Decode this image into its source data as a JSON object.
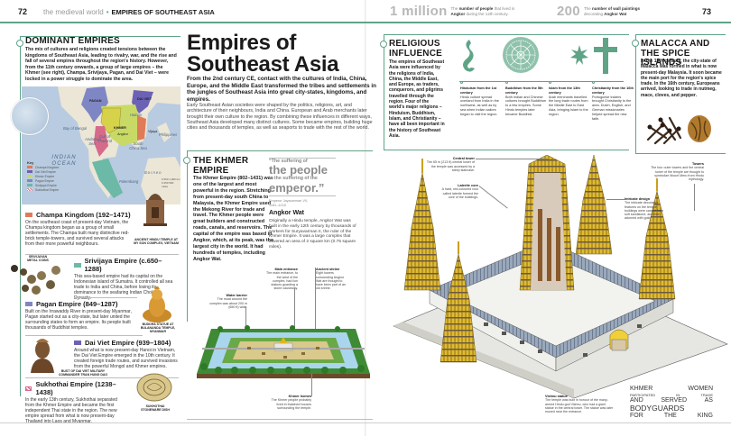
{
  "header": {
    "left_page_number": "72",
    "section": "the medieval world",
    "topic": "EMPIRES OF SOUTHEAST ASIA",
    "stat1": {
      "value": "1 million",
      "text_pre": "The ",
      "text_bold": "number of people",
      "text_mid": " that lived in ",
      "text_bold2": "Angkor",
      "text_post": " during the 12th century."
    },
    "stat2": {
      "value": "200",
      "text_pre": "The ",
      "text_bold": "number of wall paintings",
      "text_mid": " decorating ",
      "text_bold2": "Angkor Wat",
      "text_post": ""
    },
    "right_page_number": "73"
  },
  "dominant_empires": {
    "title": "DOMINANT EMPIRES",
    "body": "The mix of cultures and religions created tensions between the kingdoms of Southeast Asia, leading to rivalry, war, and the rise and fall of several empires throughout the region's history. However, from the 11th century onwards, a group of large empires – the Khmer (see right), Champa, Srivijaya, Pagan, and Dai Viet – were locked in a power struggle to dominate the area.",
    "map": {
      "labels": {
        "bay_of_bengal": "Bay of Bengal",
        "andaman_sea": "Andaman Sea",
        "indian_ocean": "INDIAN OCEAN",
        "south_china_sea": "South China Sea",
        "gulf_of_thailand": "Gulf of Thailand",
        "borneo": "Borneo",
        "philippines": "Philippines",
        "hainan": "Hainan",
        "palembang": "Palembang",
        "pagan_city": "Pagan",
        "angkor_city": "Angkor",
        "vijaya": "Vijaya"
      },
      "empires": {
        "pagan": "PAGAN",
        "dai_viet": "DAI VIET",
        "khmer": "KHMER",
        "sukhothai": "SUKHOTHAI",
        "champa": "CHAMPA",
        "srivijaya": "SRIVIJAYA"
      },
      "scale": {
        "km": "0   500   1,000 km",
        "miles": "0   250   500 miles"
      },
      "legend": {
        "title": "Key",
        "items": [
          {
            "label": "Champa Kingdom",
            "color": "#e07b5a"
          },
          {
            "label": "Dai Viet Empire",
            "color": "#6b62b5"
          },
          {
            "label": "Khmer Empire",
            "color": "#c9d965"
          },
          {
            "label": "Pagan Empire",
            "color": "#7f86c4"
          },
          {
            "label": "Srivijaya Empire",
            "color": "#6bb9a6"
          },
          {
            "label": "Sukhothai Empire",
            "color": "#d66a8a"
          }
        ]
      }
    },
    "empires": [
      {
        "name": "Champa Kingdom (192–1471)",
        "color": "#e07b5a",
        "body": "On the southeast coast of present-day Vietnam, the Champa kingdom began as a group of small settlements. The Champa built many distinctive red-brick temple-towers, and survived several attacks from their more powerful neighbours.",
        "caption": "ANCIENT HINDU TEMPLE AT MY SON COMPLEX, VIETNAM"
      },
      {
        "name": "Srivijaya Empire (c.650–1288)",
        "color": "#6bb9a6",
        "body": "This sea-based empire had its capital on the Indonesian island of Sumatra. It controlled all sea trade to India and China, before losing its dominance to the seafaring Indian Chola Dynasty.",
        "caption": "SRIVIJAYAN METAL COINS"
      },
      {
        "name": "Pagan Empire (849–1287)",
        "color": "#7f86c4",
        "body": "Built on the Irrawaddy River in present-day Myanmar, Pagan started out as a city-state, but later united the surrounding states to form an empire. Its people built thousands of Buddhist temples.",
        "caption": "BUDDHA STATUE AT BULANANDA TEMPLE, MYANMAR"
      },
      {
        "name": "Dai Viet Empire (939–1804)",
        "color": "#6b62b5",
        "body": "Around what is now present-day Hanoi in Vietnam, the Dai Viet Empire emerged in the 10th century. It created foreign trade routes, and survived invasions from the powerful Mongol and Khmer empires.",
        "caption": "BUST OF DAI VIET MILITARY COMMANDER TRAN HUNG DAO"
      },
      {
        "name": "Sukhothai Empire (1238–1438)",
        "color": "#d66a8a",
        "body": "In the early 13th century, Sukhothai separated from the Khmer Empire and became the first independent Thai state in the region. The new empire spread from what is now present-day Thailand into Laos and Myanmar.",
        "caption": "SUKHOTHAI STONEWARE DISH"
      }
    ]
  },
  "main": {
    "title_line1": "Empires of",
    "title_line2": "Southeast Asia",
    "lead": "From the 2nd century CE, contact with the cultures of India, China, Europe, and the Middle East transformed the tribes and settlements in the jungles of Southeast Asia into great city-states, kingdoms, and empires.",
    "intro": "Early Southeast Asian societies were shaped by the politics, religions, art, and architecture of their neighbours, India and China. European and Arab merchants later brought their own culture to the region. By combining these influences in different ways, Southeast Asia developed many distinct cultures. Some became empires, building huge cities and thousands of temples, as well as seaports to trade with the rest of the world."
  },
  "khmer": {
    "title": "THE KHMER EMPIRE",
    "body": "The Khmer Empire (802–1431) was one of the largest and most powerful in the region. Stretching from present-day south China to Malaysia, the Khmer Empire used the Mekong River for trade and travel. The Khmer people were great builders and constructed roads, canals, and reservoirs. The capital of the empire was based in Angkor, which, at its peak, was the largest city in the world. It had hundreds of temples, including Angkor Wat.",
    "quote": {
      "pre": "“The suffering of",
      "big1": "the people",
      "mid": "is the suffering of the",
      "big2": "emperor.”",
      "author": "Emperor Jayavarman VII,",
      "dates": "1181–1218"
    },
    "angkor_wat": {
      "title": "Angkor Wat",
      "body": "Originally a Hindu temple, Angkor Wat was built in the early 12th century by thousands of workers for Suryavarman II, the ruler of the Khmer Empire. It was a large complex that covered an area of 2 square km (0.75 square miles)."
    },
    "callouts": {
      "main_entrance": {
        "title": "Main entrance",
        "body": "The main entrance, to the west of the complex, had lion statues guarding a stone causeway."
      },
      "ancient_shrine": {
        "title": "Ancient shrine",
        "body": "Eight towers surrounding Angkor Wat are thought to have been part of an old shrine."
      },
      "water_barrier": {
        "title": "Water barrier",
        "body": "The moat around the complex was about 200 m (650 ft) wide."
      },
      "khmer_homes": {
        "title": "Khmer homes",
        "body": "The Khmer people probably lived in thatched houses surrounding the temple."
      }
    }
  },
  "religious": {
    "title": "RELIGIOUS INFLUENCE",
    "body": "The empires of Southeast Asia were influenced by the religions of India, China, the Middle East, and Europe, as traders, conquerors, and pilgrims travelled through the region. Four of the world's major religions – Hinduism, Buddhism, Islam, and Christianity – have all been important in the history of Southeast Asia.",
    "accent_color": "#5fa487",
    "items": [
      {
        "icon": "hindu-symbol-icon",
        "title": "Hinduism from the 1st century",
        "body": "Hindu culture spread overland from India in the northwest, as well as by sea when Indian sailors began to visit the region."
      },
      {
        "icon": "dharma-wheel-icon",
        "title": "Buddhism from the 5th century",
        "body": "Both Indian and Chinese cultures brought Buddhism to a few empires. Some Hindu temples later became Buddhist."
      },
      {
        "icon": "crescent-star-icon",
        "title": "Islam from the 13th century",
        "body": "Arab merchants travelled the long trade routes from the Middle East to East Asia, bringing Islam to the region."
      },
      {
        "icon": "cross-icon",
        "title": "Christianity from the 16th century",
        "body": "Portuguese traders brought Christianity to the area. Dutch, English, and German missionaries helped spread the new faith."
      }
    ]
  },
  "malacca": {
    "title": "MALACCA AND THE SPICE ISLANDS",
    "body": "In the 15th century, the city-state of Malacca was formed in what is now present-day Malaysia. It soon became the main port for the region's spice trade. In the 16th century, Europeans arrived, looking to trade in nutmeg, mace, cloves, and pepper."
  },
  "temple": {
    "callouts": {
      "central_tower": {
        "title": "Central tower",
        "body": "The 65 m (213 ft) central tower of the temple was accessed by a steep staircase."
      },
      "laterite_core": {
        "title": "Laterite core",
        "body": "A hard, red-coloured rock called laterite formed the core of the buildings."
      },
      "towers": {
        "title": "Towers",
        "body": "The four outer towers and the central tower of the temple are thought to symbolize Mount Meru from Hindu mythology."
      },
      "intricate_design": {
        "title": "Intricate design",
        "body": "The intricate decorative features on the temple buildings were carved from soft sandstone, and then adorned with gold."
      },
      "vishnu_statue": {
        "title": "Vishnu statue",
        "body": "The temple was built in honour of the many-armed Hindu god Vishnu, who had a giant statue in the central tower. The statue was later moved near the entrance."
      }
    }
  },
  "women_fact": {
    "row1": [
      "KHMER",
      "WOMEN"
    ],
    "row2": [
      "PARTICIPATED",
      "IN",
      "TRADE"
    ],
    "row3": [
      "AND",
      "SERVED",
      "AS"
    ],
    "row4": [
      "BODYGUARDS"
    ],
    "row5": [
      "FOR",
      "THE",
      "KING"
    ]
  }
}
